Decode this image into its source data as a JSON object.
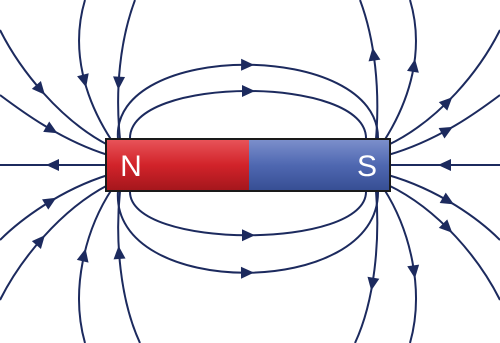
{
  "magnet": {
    "north_label": "N",
    "south_label": "S",
    "north_color": "#d2232a",
    "south_color": "#4f68b1",
    "label_color": "#ffffff",
    "outline_color": "#1a1a1a"
  },
  "field": {
    "line_color": "#1c2a5e",
    "direction": "north-to-south"
  }
}
